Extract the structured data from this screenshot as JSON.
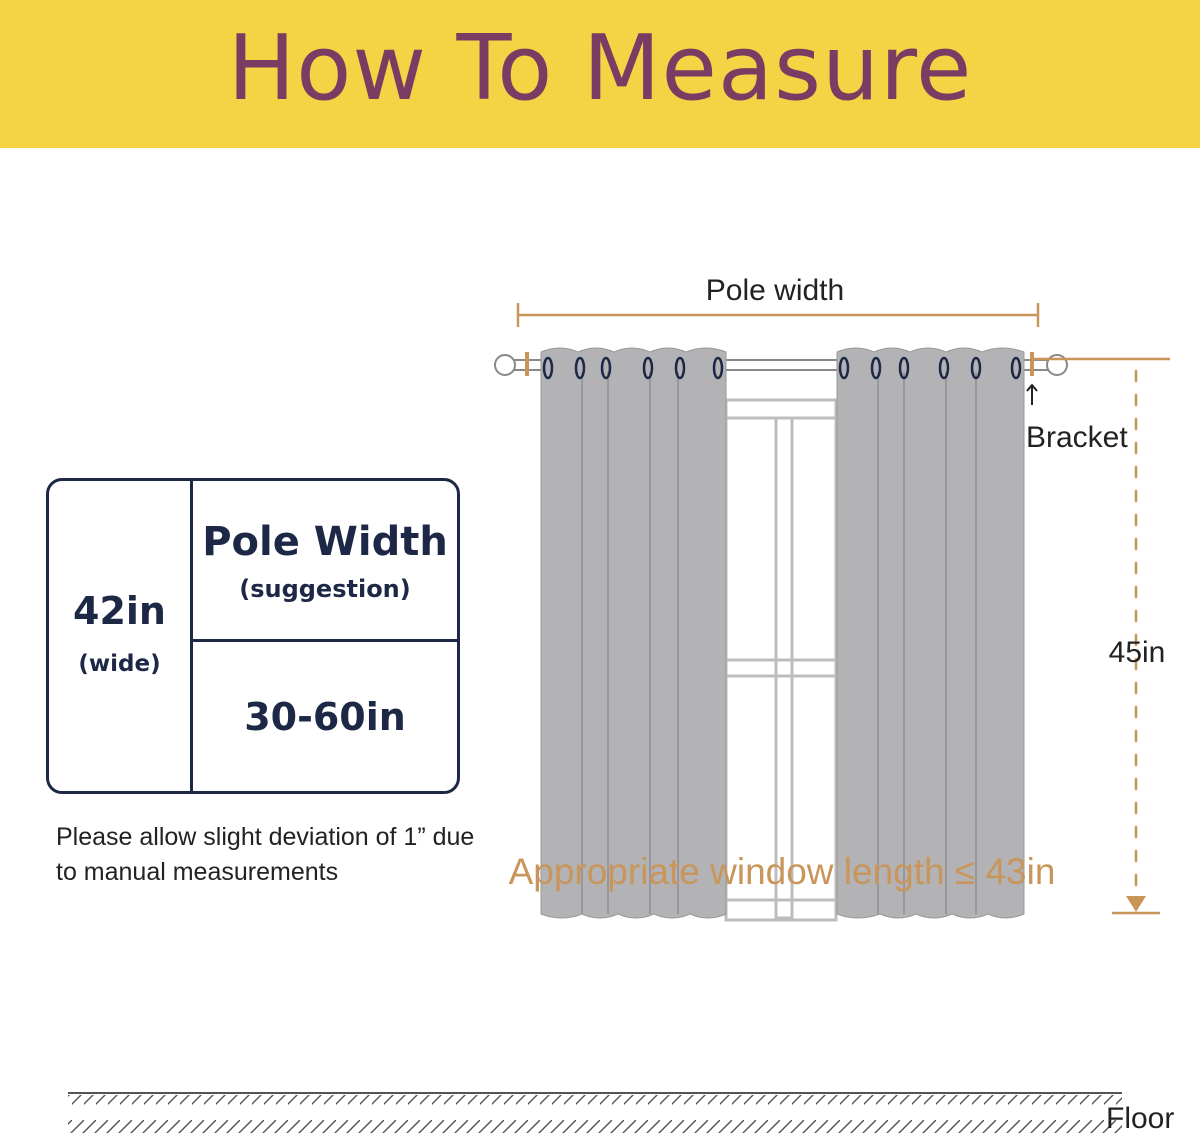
{
  "title": "How To Measure",
  "spec_table": {
    "width_value": "42in",
    "width_note": "(wide)",
    "pole_header": "Pole Width",
    "pole_header_note": "(suggestion)",
    "pole_range": "30-60in"
  },
  "note": "Please allow slight deviation of 1” due to manual measurements",
  "diagram": {
    "pole_width_label": "Pole width",
    "bracket_label": "Bracket",
    "length_label": "45in",
    "window_length_label": "Appropriate window length ≤ 43in",
    "floor_label": "Floor"
  },
  "colors": {
    "banner": "#f5d344",
    "title": "#7b3b63",
    "navy": "#1d2846",
    "measure_orange": "#c8955a",
    "curtain_gray": "#b3b3b6"
  }
}
